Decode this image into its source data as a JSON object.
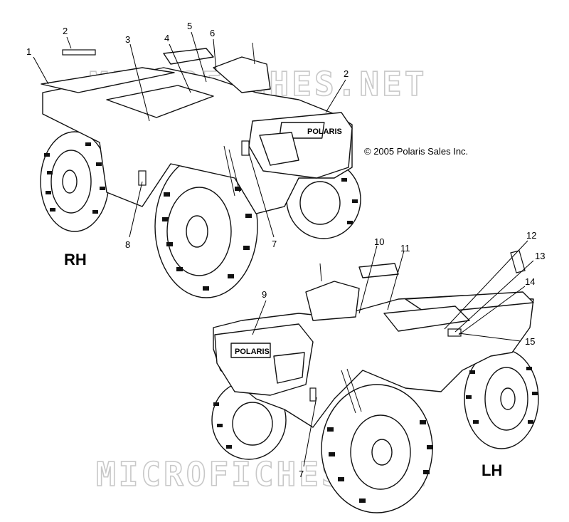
{
  "copyright": "© 2005 Polaris Sales Inc.",
  "watermarks": [
    "MICROFICHES.NET",
    "MICROFICHES.NET"
  ],
  "side_labels": {
    "right": "RH",
    "left": "LH"
  },
  "grille_logo": "POLARIS",
  "callouts": [
    "1",
    "2",
    "3",
    "4",
    "5",
    "6",
    "2",
    "7",
    "8",
    "10",
    "11",
    "12",
    "13",
    "14",
    "15",
    "9",
    "7"
  ]
}
